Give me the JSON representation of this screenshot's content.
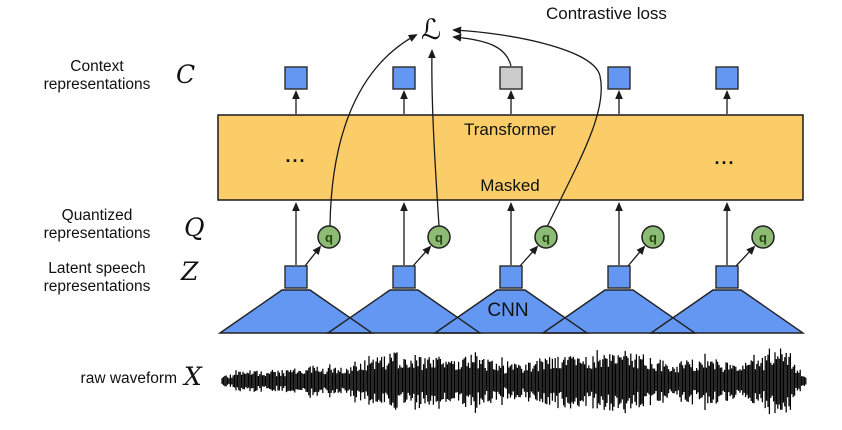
{
  "figure": {
    "loss_label": "Contrastive loss",
    "loss_symbol": "ℒ",
    "transformer_label": "Transformer",
    "masked_label": "Masked",
    "cnn_label": "CNN",
    "ellipsis": "...",
    "quantizer_symbol": "q",
    "columns": 5,
    "masked_column": 3,
    "rows": {
      "context": {
        "line1": "Context",
        "line2": "representations",
        "symbol": "C"
      },
      "quantized": {
        "line1": "Quantized",
        "line2": "representations",
        "symbol": "Q"
      },
      "latent": {
        "line1": "Latent speech",
        "line2": "representations",
        "symbol": "Z"
      },
      "waveform": {
        "label": "raw waveform",
        "symbol": "X"
      }
    },
    "colors": {
      "transformer_fill": "#FBCD68",
      "block_blue": "#6397F2",
      "masked_gray": "#CBCBCB",
      "quantizer_green": "#8CBB76",
      "quantizer_letter": "#26450f",
      "line": "#1a1a1a",
      "waveform": "#000000",
      "text": "#111111"
    }
  }
}
